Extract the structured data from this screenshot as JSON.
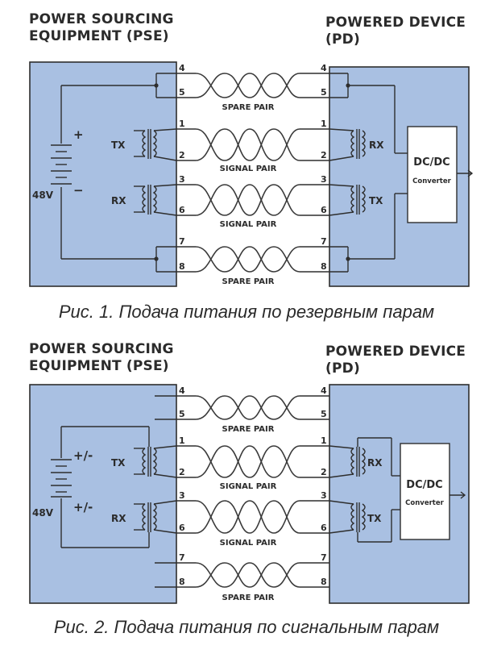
{
  "figures": [
    {
      "pse_title_line1": "POWER SOURCING",
      "pse_title_line2": "EQUIPMENT (PSE)",
      "pd_title_line1": "POWERED DEVICE",
      "pd_title_line2": "(PD)",
      "pins_left": [
        "4",
        "5",
        "1",
        "2",
        "3",
        "6",
        "7",
        "8"
      ],
      "pins_right": [
        "4",
        "5",
        "1",
        "2",
        "3",
        "6",
        "7",
        "8"
      ],
      "pair_labels": [
        "SPARE PAIR",
        "SIGNAL PAIR",
        "SIGNAL PAIR",
        "SPARE PAIR"
      ],
      "pse_tx": "TX",
      "pse_rx": "RX",
      "pd_rx": "RX",
      "pd_tx": "TX",
      "plus": "+",
      "minus": "−",
      "voltage": "48V",
      "dcdc": "DC/DC",
      "converter": "Converter",
      "caption": "Рис. 1. Подача питания по резервным парам"
    },
    {
      "pse_title_line1": "POWER SOURCING",
      "pse_title_line2": "EQUIPMENT (PSE)",
      "pd_title_line1": "POWERED DEVICE",
      "pd_title_line2": "(PD)",
      "pins_left": [
        "4",
        "5",
        "1",
        "2",
        "3",
        "6",
        "7",
        "8"
      ],
      "pins_right": [
        "4",
        "5",
        "1",
        "2",
        "3",
        "6",
        "7",
        "8"
      ],
      "pair_labels": [
        "SPARE PAIR",
        "SIGNAL PAIR",
        "SIGNAL PAIR",
        "SPARE PAIR"
      ],
      "pse_tx": "TX",
      "pse_rx": "RX",
      "pd_rx": "RX",
      "pd_tx": "TX",
      "plus": "+/-",
      "minus": "+/-",
      "voltage": "48V",
      "dcdc": "DC/DC",
      "converter": "Converter",
      "caption": "Рис. 2. Подача питания по сигнальным парам"
    }
  ],
  "colors": {
    "box_fill": "#a9c0e2",
    "line": "#2e2e2e",
    "wire": "#3a3a3a"
  }
}
